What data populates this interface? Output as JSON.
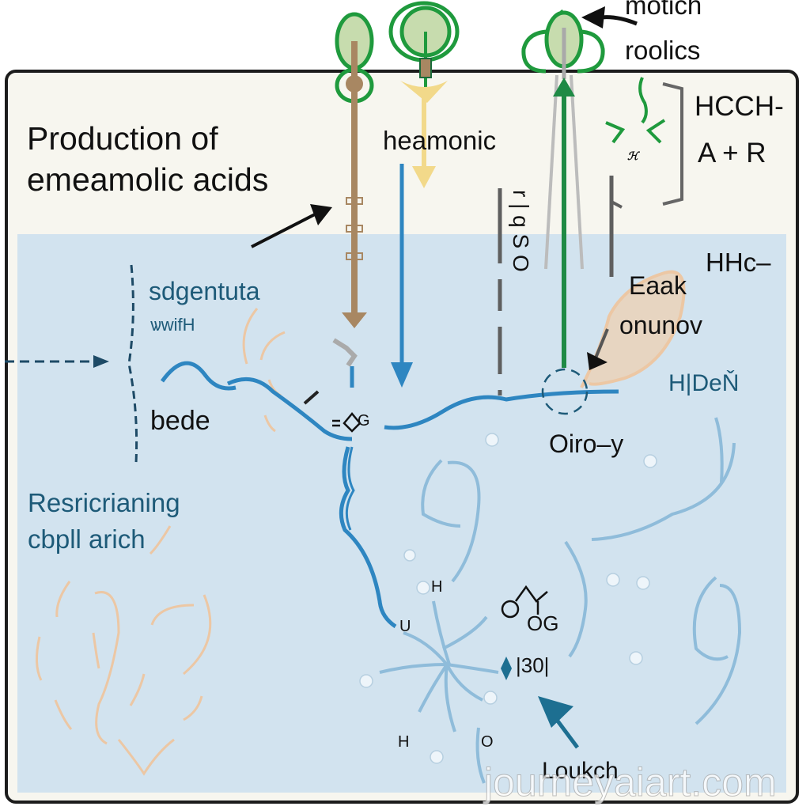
{
  "diagram": {
    "title_line1": "Production of",
    "title_line2": "emeamolic acids",
    "labels": {
      "heamonic": "heamonic",
      "motich": "motich",
      "roolics": "roolics",
      "hcch": "HCCH-",
      "a_plus_r": "A + R",
      "hhc": "HHc–",
      "eaak": "Eaak",
      "onunov": "onunov",
      "hdes": "H|DeŇ",
      "oiro_y": "Oiro–y",
      "sdgentuta": "sdgentuta",
      "sdgentuta_sub": "ѡwifH",
      "bede": "bede",
      "resricrianing": "Resricrianing",
      "cbpll_arich": "cbpll arich",
      "vertical_text": "r | q S O",
      "h_top": "H",
      "u": "U",
      "h_bottom": "H",
      "o": "O",
      "og": "OG",
      "g_mid": "G",
      "i30i": "|30|",
      "loukch": "Loukch"
    },
    "watermark": "journeyaiart.com",
    "colors": {
      "frame_bg": "#f7f6ef",
      "water": "#d2e3ef",
      "green": "#1f9a3d",
      "leaf_fill": "#c7dcae",
      "brown": "#a88762",
      "yellow": "#f2d98a",
      "blue": "#2e86c1",
      "light_blue": "#8fbcda",
      "peach": "#ecc7a4",
      "dark_teal": "#1d5a78",
      "gray": "#5f5f5f"
    }
  }
}
